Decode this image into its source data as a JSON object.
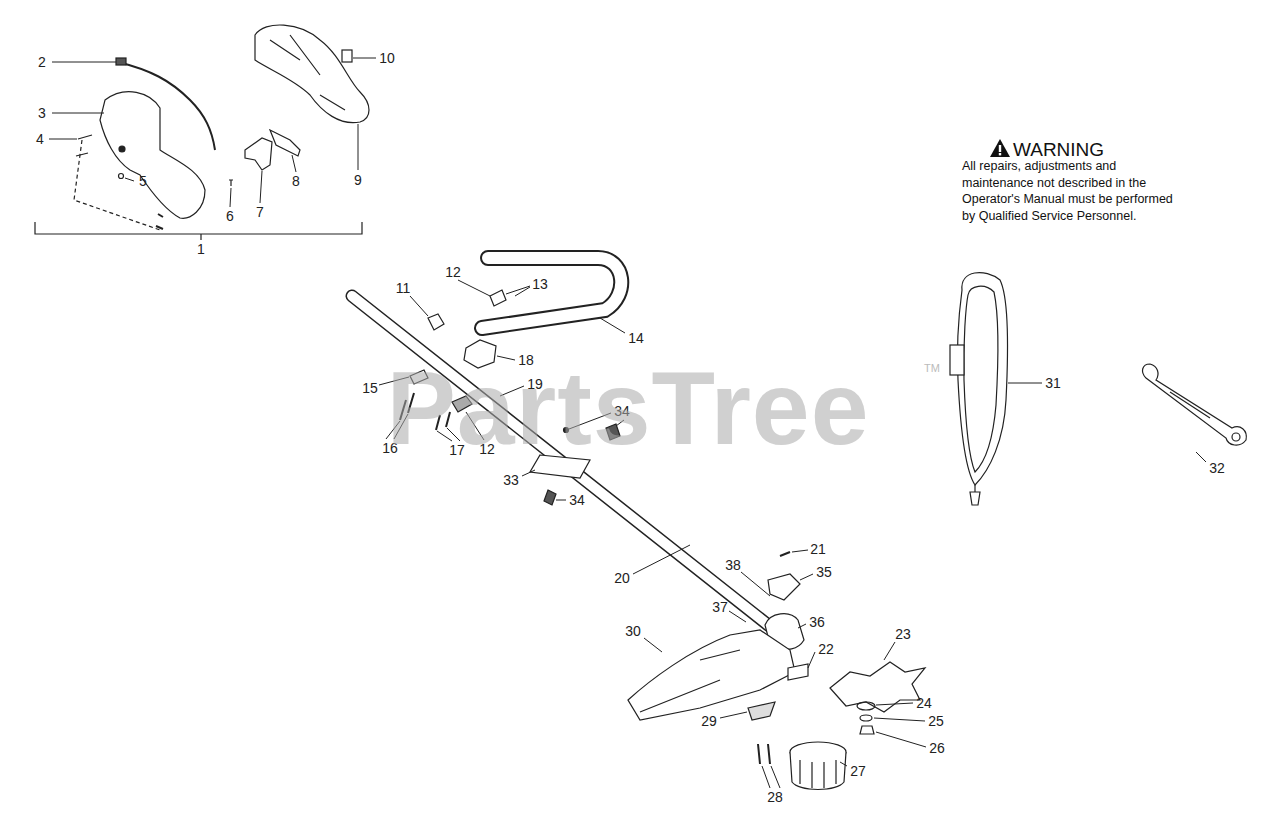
{
  "diagram": {
    "labels": [
      "2",
      "10",
      "3",
      "4",
      "5",
      "6",
      "7",
      "8",
      "9",
      "1",
      "11",
      "12",
      "13",
      "14",
      "18",
      "15",
      "19",
      "16",
      "17",
      "12",
      "34",
      "33",
      "34",
      "20",
      "21",
      "38",
      "35",
      "37",
      "36",
      "30",
      "22",
      "23",
      "24",
      "25",
      "26",
      "29",
      "28",
      "27",
      "31",
      "32",
      "WARNING",
      "All repairs, adjustments and maintenance not described in the Operator's Manual must be performed by Qualified Service Personnel.",
      "PartsTree",
      "TM"
    ]
  }
}
